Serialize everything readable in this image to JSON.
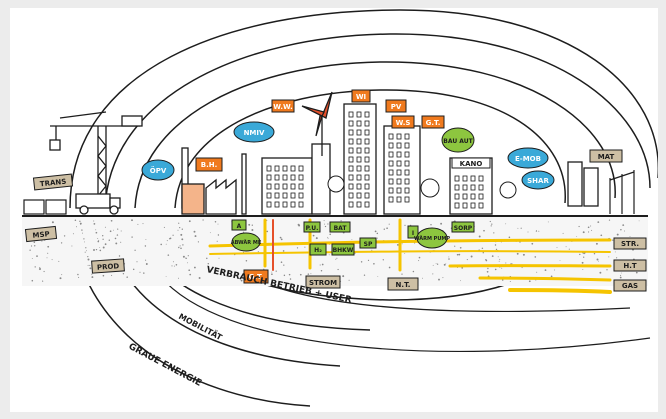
{
  "rings": {
    "verbrauch": "VERBRAUCH BETRIEB + USER",
    "mobilitaet": "MOBILITÄT",
    "graue_energie": "GRAUE ENERGIE"
  },
  "bubbles": {
    "oepv": "ÖPV",
    "nmiv": "NMIV",
    "emob": "E-MOB",
    "shar": "SHAR",
    "bauaut": "BAU AUT"
  },
  "tags": {
    "trans": "TRANS",
    "msp": "MSP",
    "prod": "PROD",
    "bh": "B.H.",
    "ww": "W.W.",
    "wi": "WI",
    "pv": "PV",
    "ws": "W.S",
    "gt_top": "G.T.",
    "gt_bottom": "G.T.",
    "mat": "MAT",
    "strom": "STROM",
    "nt": "N.T."
  },
  "building_sign": "KANO",
  "underground": {
    "a": "A",
    "abwaerme": "ABWÄR ME",
    "pu": "P.U.",
    "bat": "BAT",
    "h2": "H₂",
    "bhkw": "BHKW",
    "sp": "SP",
    "i": "I",
    "waerme_pump": "WÄRM PUMP",
    "sorp": "SORP"
  },
  "lines": {
    "str": "STR.",
    "ht": "H.T",
    "gas": "GAS"
  },
  "colors": {
    "orange": "#f07a1e",
    "green": "#8dc63f",
    "blue": "#3aa9d8",
    "yellow": "#f5c400",
    "stone": "#cdbfa4",
    "ink": "#1d1d1d"
  }
}
